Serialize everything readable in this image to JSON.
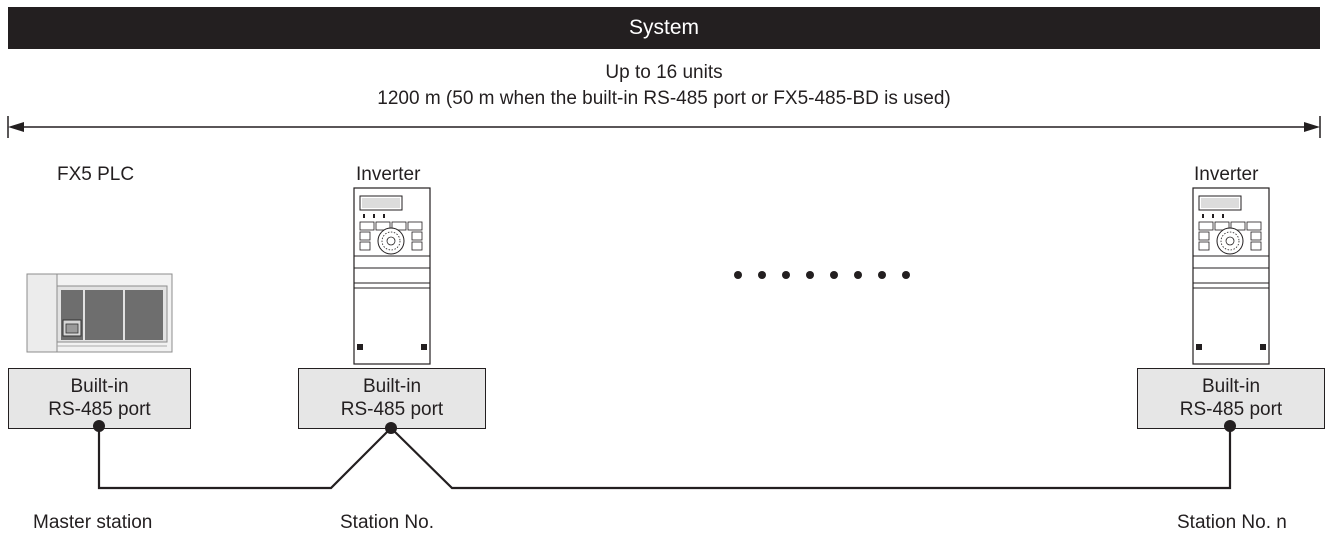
{
  "header": {
    "title": "System"
  },
  "span": {
    "units_label": "Up to 16 units",
    "distance_label": "1200 m (50 m when the built-in RS-485 port or FX5-485-BD is used)"
  },
  "devices": [
    {
      "name": "FX5 PLC",
      "port_line1": "Built-in",
      "port_line2": "RS-485 port",
      "station": "Master station"
    },
    {
      "name": "Inverter",
      "port_line1": "Built-in",
      "port_line2": "RS-485 port",
      "station": "Station No."
    },
    {
      "name": "Inverter",
      "port_line1": "Built-in",
      "port_line2": "RS-485 port",
      "station": "Station No. n"
    }
  ]
}
